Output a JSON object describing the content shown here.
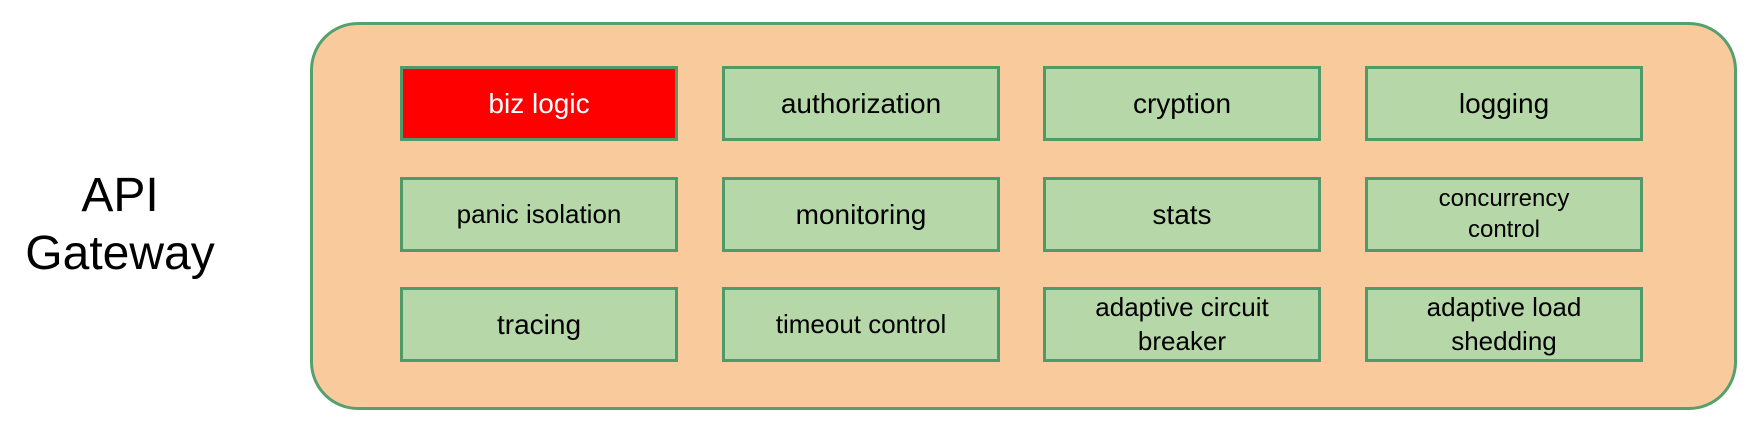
{
  "title": {
    "label": "API\nGateway"
  },
  "colors": {
    "canvas-bg": "#FFFFFF",
    "gateway-fill": "#F9CB9C",
    "gateway-border": "#55A06E",
    "cell-fill": "#B6D7A8",
    "cell-border": "#4E9A68",
    "highlight-fill": "#FF0000",
    "highlight-text": "#FFFFFF",
    "text": "#000000"
  },
  "gateway": {
    "cells": [
      {
        "label": "biz logic",
        "variant": "highlight"
      },
      {
        "label": "authorization",
        "variant": "normal"
      },
      {
        "label": "cryption",
        "variant": "normal"
      },
      {
        "label": "logging",
        "variant": "normal"
      },
      {
        "label": "panic isolation",
        "variant": "normal"
      },
      {
        "label": "monitoring",
        "variant": "normal"
      },
      {
        "label": "stats",
        "variant": "normal"
      },
      {
        "label": "concurrency\ncontrol",
        "variant": "normal"
      },
      {
        "label": "tracing",
        "variant": "normal"
      },
      {
        "label": "timeout control",
        "variant": "normal"
      },
      {
        "label": "adaptive circuit\nbreaker",
        "variant": "normal"
      },
      {
        "label": "adaptive load\nshedding",
        "variant": "normal"
      }
    ]
  }
}
